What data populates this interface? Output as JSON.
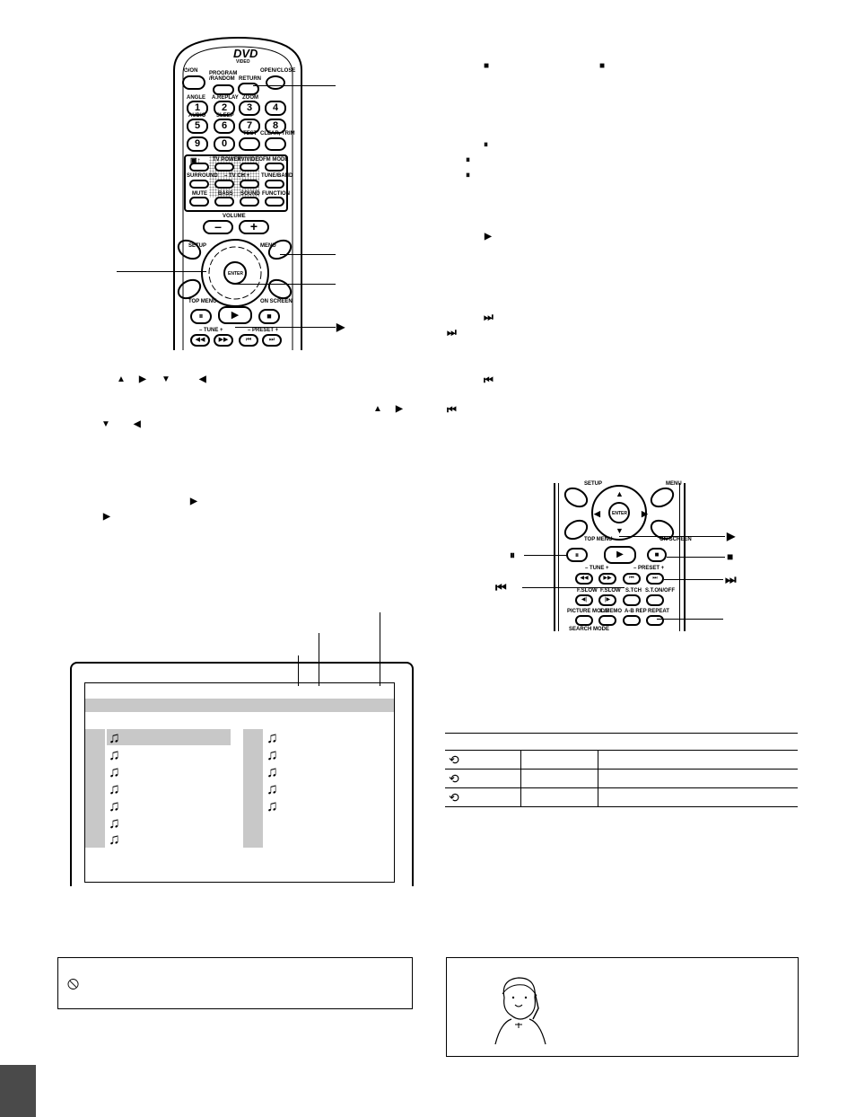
{
  "remote_top": {
    "logo": "DVD",
    "logo_sub": "VIDEO",
    "power": "⏻/ON",
    "program": "PROGRAM /RANDOM",
    "return": "RETURN",
    "open_close": "OPEN/CLOSE",
    "row1_labels": [
      "ANGLE",
      "A.REPLAY",
      "ZOOM",
      ""
    ],
    "row1_nums": [
      "1",
      "2",
      "3",
      "4"
    ],
    "row2_labels": [
      "AUDIO",
      "SLEEP",
      "",
      ""
    ],
    "row2_nums": [
      "5",
      "6",
      "7",
      "8"
    ],
    "row3_labels": [
      "",
      "",
      "TEST",
      "CLEAR, TRIM"
    ],
    "row3_nums": [
      "9",
      "0",
      "",
      ""
    ],
    "tv_row1": [
      "",
      "TV POWER",
      "TV/VIDEO",
      "FM MODE"
    ],
    "tv_ch": "– TV CH +",
    "tv_row2": [
      "SURROUND",
      "",
      "",
      "TUNE/BAND"
    ],
    "tv_row3": [
      "MUTE",
      "BASS",
      "SOUND",
      "FUNCTION"
    ],
    "volume": "VOLUME",
    "vol_minus": "–",
    "vol_plus": "+",
    "setup": "SETUP",
    "menu": "MENU",
    "enter": "ENTER",
    "top_menu": "TOP MENU",
    "on_screen": "ON SCREEN",
    "tune": "– TUNE +",
    "preset": "– PRESET +"
  },
  "glyphs": {
    "stop": "■",
    "pause": "⏸",
    "play": "▶",
    "next": "⏭",
    "prev": "⏮",
    "up": "▲",
    "right": "▶",
    "down": "▼",
    "left": "◀"
  },
  "remote_bottom": {
    "setup": "SETUP",
    "menu": "MENU",
    "enter": "ENTER",
    "top_menu": "TOP MENU",
    "on_screen": "ON SCREEN",
    "tune": "– TUNE +",
    "preset": "– PRESET +",
    "row_a": [
      "F.SLOW",
      "F.SLOW",
      "S.TCH",
      "S.T.ON/OFF"
    ],
    "row_b": [
      "PICTURE MODE",
      "L.MEMO",
      "A-B REP",
      "REPEAT"
    ],
    "search_mode": "SEARCH MODE"
  },
  "repeat_icon": "⟲",
  "music_note": "♫",
  "no_symbol": "⦸"
}
